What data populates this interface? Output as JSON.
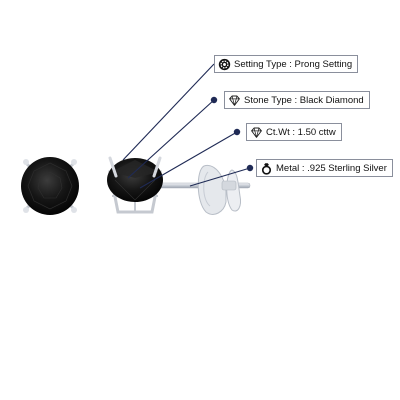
{
  "callouts": [
    {
      "label": "Setting Type : Prong Setting",
      "icon": "gear-icon"
    },
    {
      "label": "Stone Type : Black Diamond",
      "icon": "diamond-icon"
    },
    {
      "label": "Ct.Wt : 1.50 cttw",
      "icon": "diamond-icon"
    },
    {
      "label": "Metal : .925 Sterling Silver",
      "icon": "ring-icon"
    }
  ],
  "colors": {
    "leader": "#1f2a55",
    "dot": "#1f2a55",
    "metal": "#d7dbe2",
    "stone": "#151515",
    "border": "#8a8f9c"
  }
}
